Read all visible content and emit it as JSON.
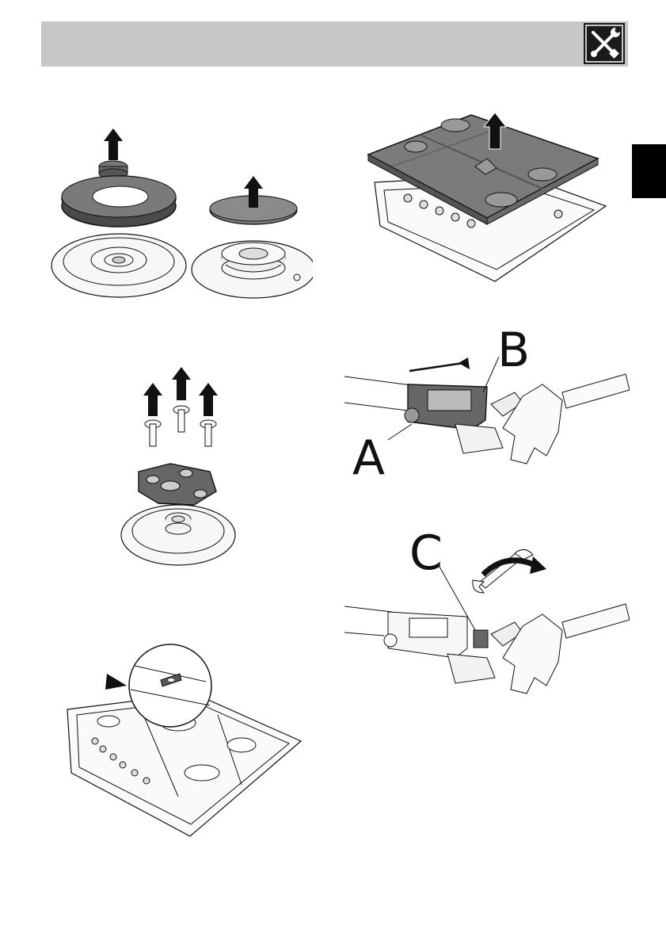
{
  "colors": {
    "header": "#c7c7c7",
    "icon_bg": "#1b1b1b",
    "side_tab": "#000000",
    "dark_part": "#555555",
    "light_part": "#f2f2f2",
    "arrow": "#111111"
  },
  "icons": {
    "header": "wrench-screwdriver-icon"
  },
  "labels": {
    "a": "A",
    "b": "B",
    "c": "C"
  }
}
